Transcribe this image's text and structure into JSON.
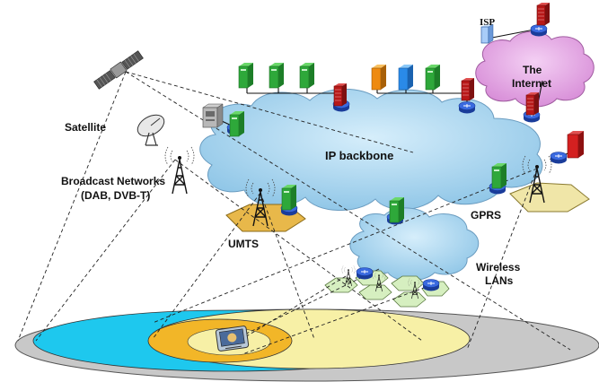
{
  "labels": {
    "satellite": "Satellite",
    "broadcast_line1": "Broadcast Networks",
    "broadcast_line2": "(DAB, DVB-T)",
    "ip_backbone": "IP backbone",
    "isp": "ISP",
    "internet_line1": "The",
    "internet_line2": "Internet",
    "gprs": "GPRS",
    "umts": "UMTS",
    "wlan_line1": "Wireless",
    "wlan_line2": "LANs"
  },
  "colors": {
    "cloud_backbone": "#a9d6f0",
    "cloud_internet": "#e6a6e6",
    "cloud_wlan": "#a9d6f0",
    "umts_cell": "#e8b84a",
    "gprs_cell": "#f0e6a8",
    "wlan_cell": "#d6efc0",
    "ellipse_outer": "#c8c8c8",
    "ellipse_cyan": "#1ec8ee",
    "ellipse_yellow": "#f7f0a6",
    "ellipse_orange": "#f2b628",
    "router": "#2a55c8",
    "server_green": "#2ea83a",
    "server_red": "#b81818",
    "server_orange": "#ee8a10",
    "server_blue": "#2a8ae8"
  },
  "icons": {
    "satellite": "satellite-icon",
    "dish": "satellite-dish-icon",
    "tower": "radio-tower-icon",
    "router": "router-icon",
    "server": "server-icon",
    "firewall": "firewall-icon",
    "terminal": "mobile-terminal-icon"
  }
}
